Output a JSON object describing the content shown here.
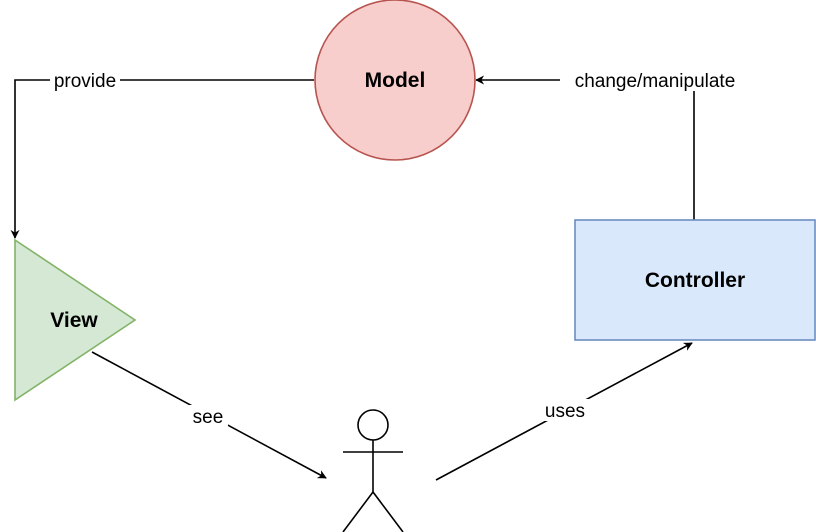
{
  "nodes": {
    "model": {
      "label": "Model",
      "fill": "#f8cecc",
      "stroke": "#b85450"
    },
    "view": {
      "label": "View",
      "fill": "#d5e8d4",
      "stroke": "#82b366"
    },
    "controller": {
      "label": "Controller",
      "fill": "#dae8fc",
      "stroke": "#6c8ebf"
    },
    "user": {
      "stroke": "#000000"
    }
  },
  "edges": {
    "provide": {
      "label": "provide"
    },
    "change": {
      "label": "change/manipulate"
    },
    "see": {
      "label": "see"
    },
    "uses": {
      "label": "uses"
    }
  },
  "colors": {
    "edge": "#000000",
    "background": "#ffffff"
  }
}
